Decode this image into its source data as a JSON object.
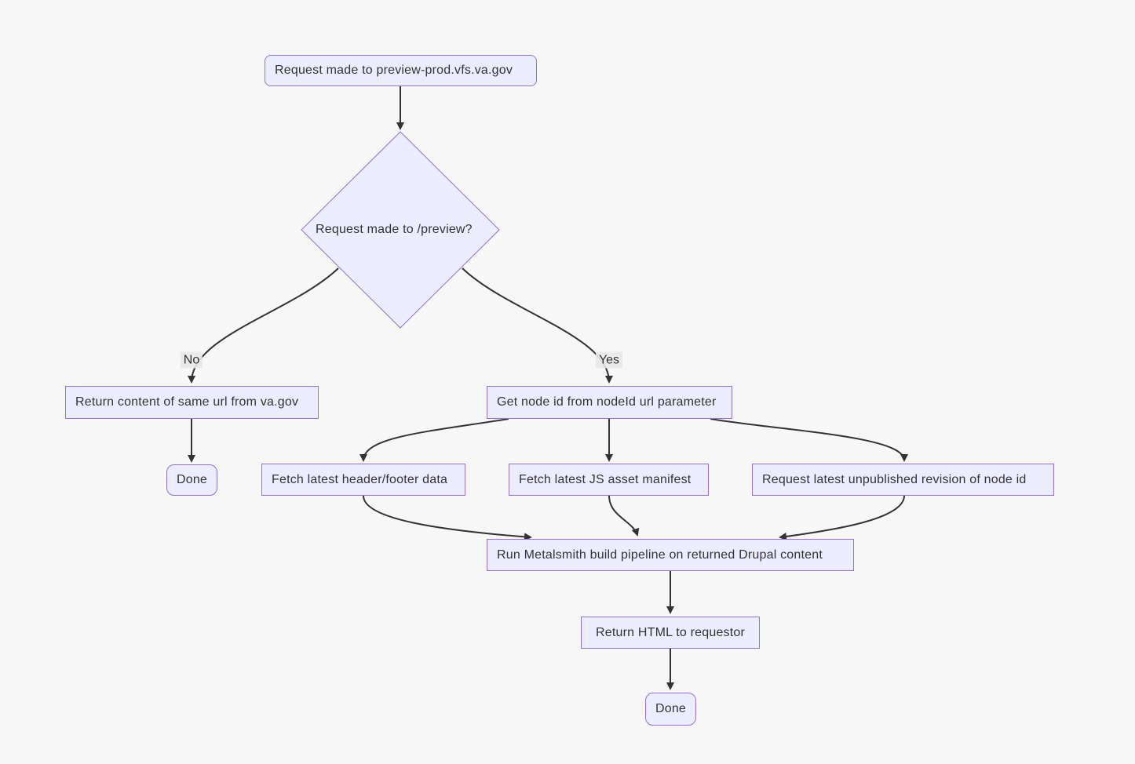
{
  "diagram": {
    "type": "flowchart",
    "colors": {
      "background": "#f7f7f8",
      "node_fill": "#ececff",
      "node_border": "#9370db",
      "edge": "#333333",
      "text": "#333333",
      "edge_label_bg": "#e8e8e8"
    },
    "nodes": {
      "start": {
        "label": "Request made to preview-prod.vfs.va.gov",
        "shape": "rounded-rect"
      },
      "decision": {
        "label": "Request made to /preview?",
        "shape": "diamond"
      },
      "return_content": {
        "label": "Return content of same url from va.gov",
        "shape": "rect"
      },
      "done_left": {
        "label": "Done",
        "shape": "rounded-rect"
      },
      "get_node_id": {
        "label": "Get node id from nodeId url parameter",
        "shape": "rect"
      },
      "fetch_header": {
        "label": "Fetch latest header/footer data",
        "shape": "rect"
      },
      "fetch_js": {
        "label": "Fetch latest JS asset manifest",
        "shape": "rect"
      },
      "request_revision": {
        "label": "Request latest unpublished revision of node id",
        "shape": "rect"
      },
      "run_metalsmith": {
        "label": "Run Metalsmith build pipeline on returned Drupal content",
        "shape": "rect"
      },
      "return_html": {
        "label": "Return HTML to requestor",
        "shape": "rect"
      },
      "done_right": {
        "label": "Done",
        "shape": "rounded-rect"
      }
    },
    "edge_labels": {
      "no": "No",
      "yes": "Yes"
    }
  }
}
